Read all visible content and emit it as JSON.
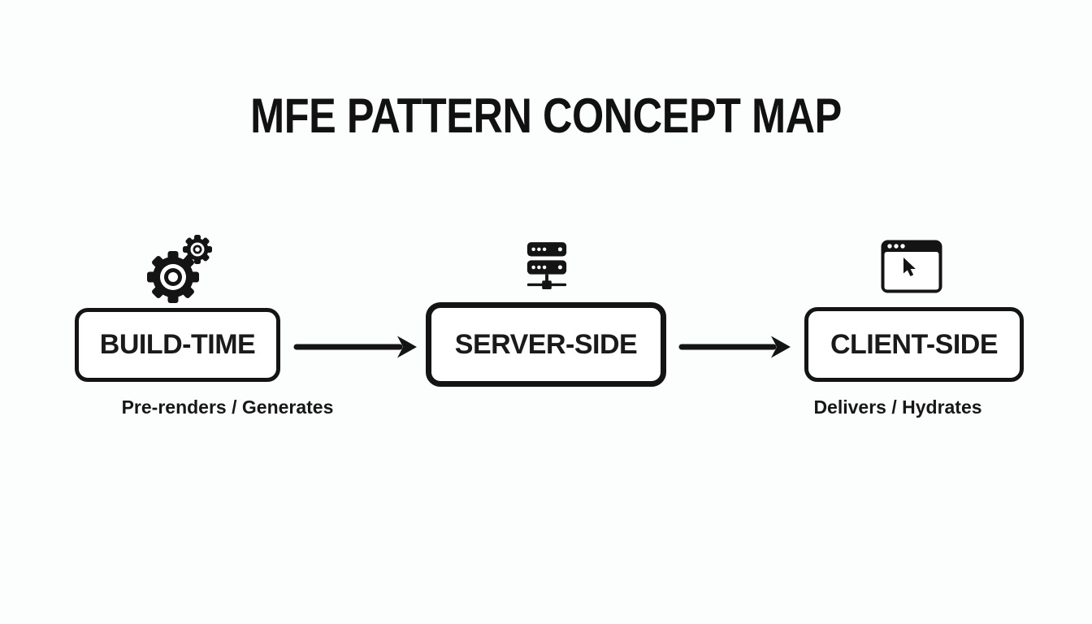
{
  "title": "MFE PATTERN CONCEPT MAP",
  "colors": {
    "ink": "#141414",
    "background": "#fcfdfd",
    "box_fill": "#ffffff"
  },
  "diagram": {
    "nodes": [
      {
        "id": "build-time",
        "label": "BUILD-TIME",
        "icon": "gears-icon",
        "caption": "Pre-renders / Generates"
      },
      {
        "id": "server-side",
        "label": "SERVER-SIDE",
        "icon": "server-rack-icon",
        "caption": ""
      },
      {
        "id": "client-side",
        "label": "CLIENT-SIDE",
        "icon": "browser-cursor-icon",
        "caption": "Delivers / Hydrates"
      }
    ],
    "connectors": [
      {
        "from": "build-time",
        "to": "server-side",
        "style": "solid-arrow-right"
      },
      {
        "from": "server-side",
        "to": "client-side",
        "style": "solid-arrow-right"
      }
    ]
  }
}
